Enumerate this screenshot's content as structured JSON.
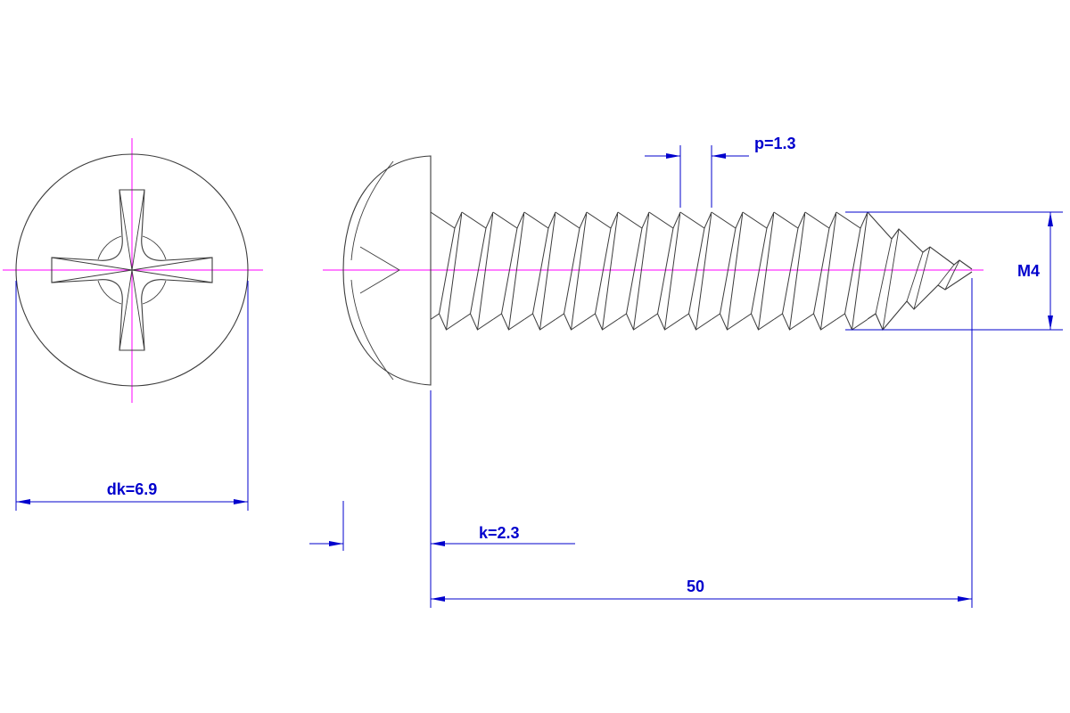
{
  "colors": {
    "outline": "#3c3c3c",
    "centerline": "#ff00ff",
    "dimension": "#0000cd",
    "background": "#ffffff"
  },
  "labels": {
    "pitch": "p=1.3",
    "thread_size": "M4",
    "head_diameter": "dk=6.9",
    "head_height": "k=2.3",
    "length": "50"
  }
}
